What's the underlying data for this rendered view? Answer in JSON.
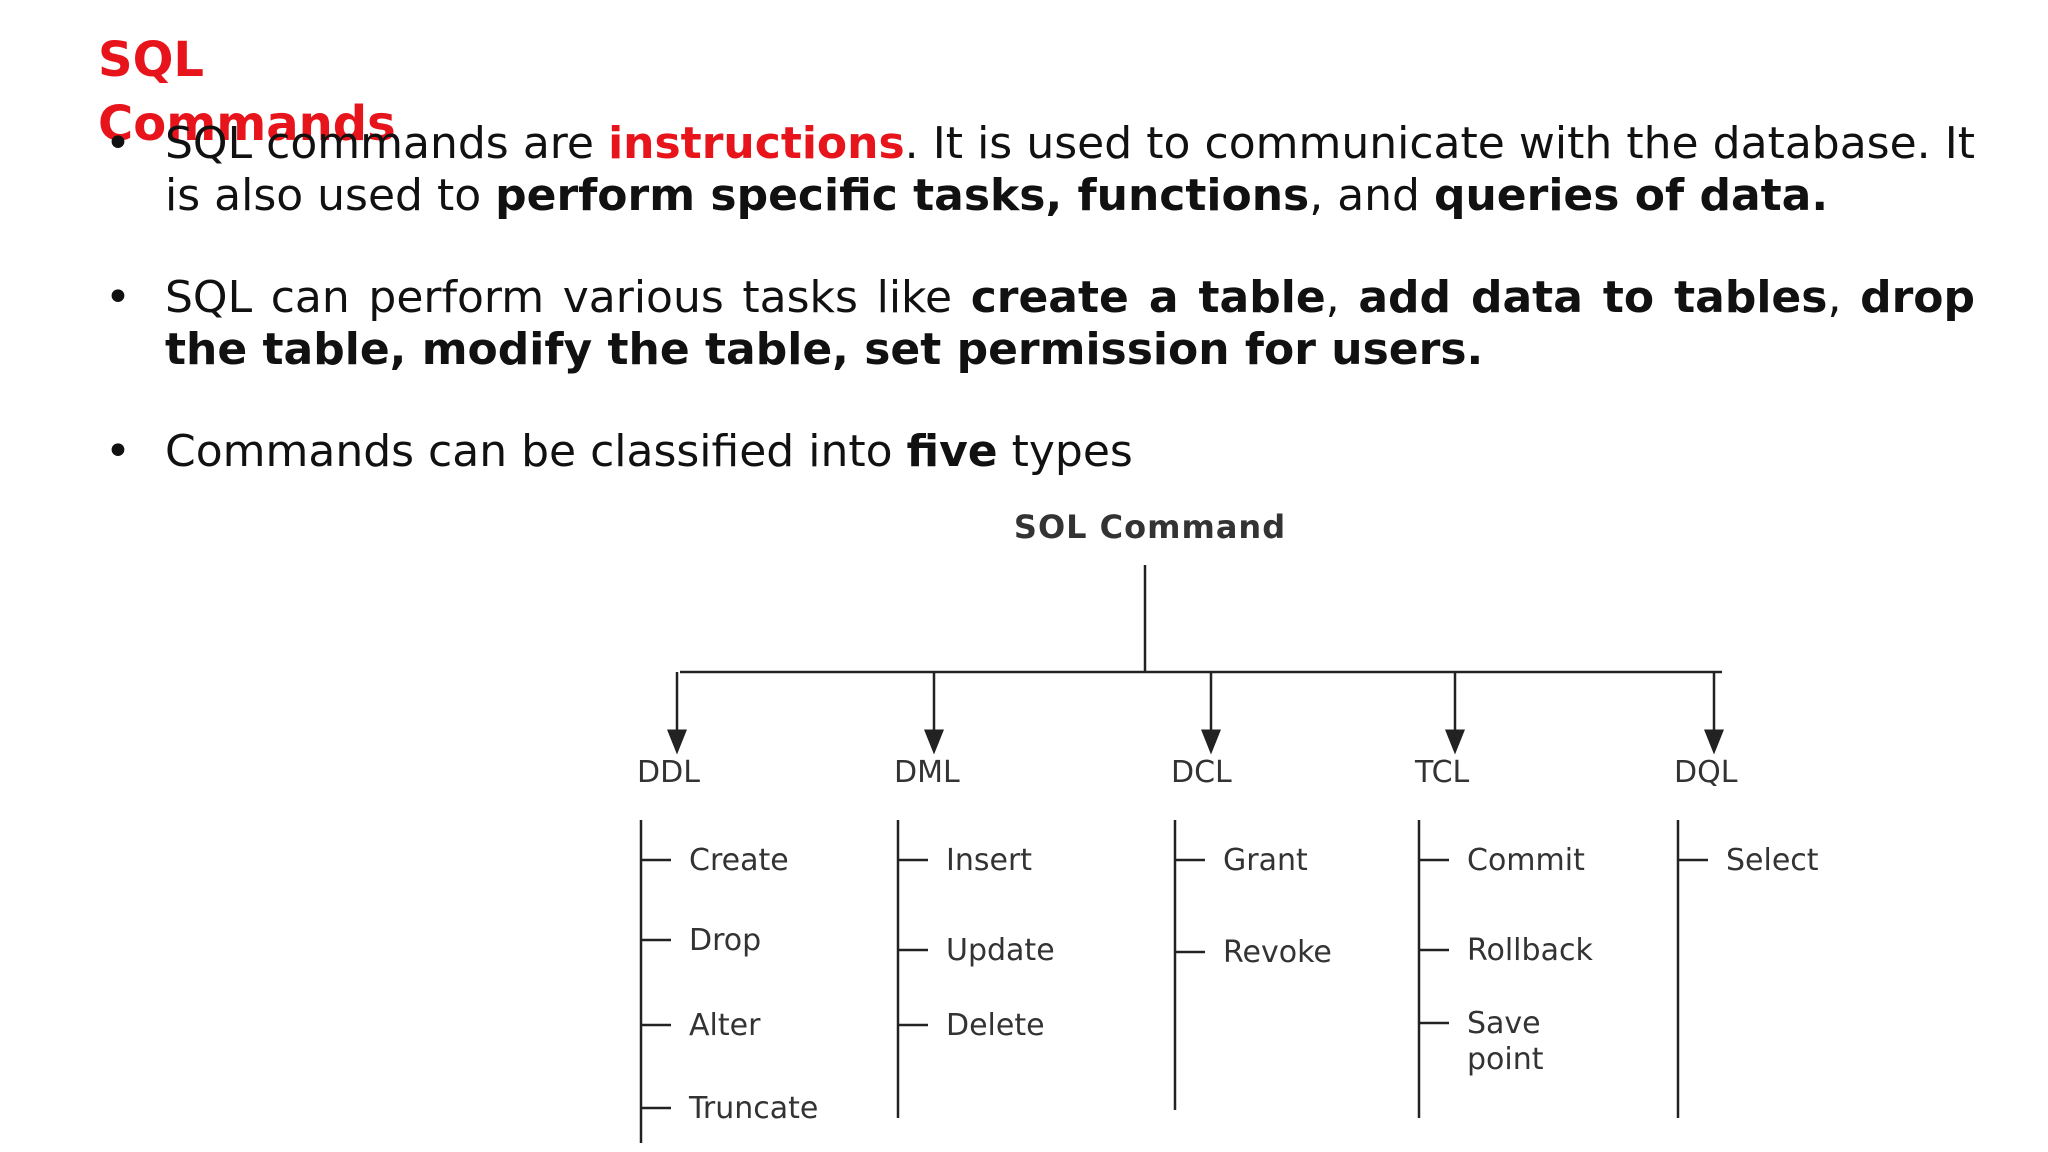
{
  "slide": {
    "title": "SQL Commands",
    "bullets": [
      {
        "parts": [
          {
            "text": "SQL commands are ",
            "style": "normal"
          },
          {
            "text": "instructions",
            "style": "red"
          },
          {
            "text": ". It is used to communicate with the database. It is also used to ",
            "style": "normal"
          },
          {
            "text": "perform specific tasks, functions",
            "style": "bold"
          },
          {
            "text": ", and ",
            "style": "normal"
          },
          {
            "text": "queries of data.",
            "style": "bold"
          }
        ]
      },
      {
        "parts": [
          {
            "text": "SQL can perform various tasks like ",
            "style": "normal"
          },
          {
            "text": "create a table",
            "style": "bold"
          },
          {
            "text": ", ",
            "style": "normal"
          },
          {
            "text": "add data to tables",
            "style": "bold"
          },
          {
            "text": ", ",
            "style": "normal"
          },
          {
            "text": "drop the table, modify the table, set permission for users.",
            "style": "bold"
          }
        ]
      },
      {
        "parts": [
          {
            "text": "Commands can be classified into ",
            "style": "normal"
          },
          {
            "text": "five",
            "style": "bold"
          },
          {
            "text": " types",
            "style": "normal"
          }
        ]
      }
    ]
  },
  "diagram": {
    "root": "SOL Command",
    "categories": [
      {
        "name": "DDL",
        "items": [
          "Create",
          "Drop",
          "Alter",
          "Truncate"
        ]
      },
      {
        "name": "DML",
        "items": [
          "Insert",
          "Update",
          "Delete"
        ]
      },
      {
        "name": "DCL",
        "items": [
          "Grant",
          "Revoke"
        ]
      },
      {
        "name": "TCL",
        "items": [
          "Commit",
          "Rollback",
          "Save point"
        ]
      },
      {
        "name": "DQL",
        "items": [
          "Select"
        ]
      }
    ]
  }
}
